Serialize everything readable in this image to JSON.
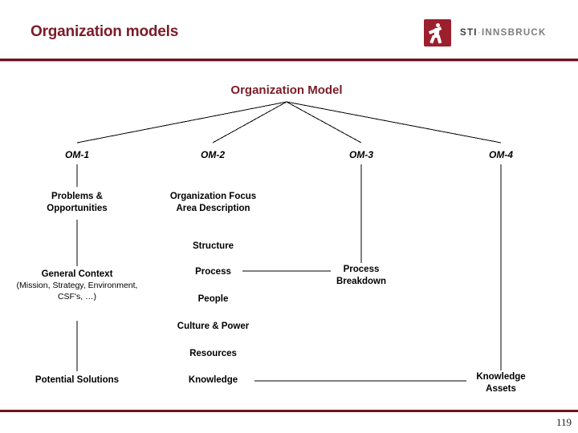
{
  "slide": {
    "title": "Organization models",
    "page_number": "119",
    "accent_color": "#7b1c28",
    "rule_color": "#6e1420"
  },
  "logo": {
    "mark_name": "sti-figure-mark",
    "mark_color": "#9c1f2e",
    "abbr": "STI",
    "separator": "·",
    "city": "INNSBRUCK"
  },
  "diagram": {
    "root": "Organization Model",
    "columns": [
      {
        "id": "OM-1",
        "label": "OM-1",
        "items": [
          {
            "text": "Problems &",
            "text2": "Opportunities",
            "sub": null
          },
          {
            "text": "General Context",
            "text2": null,
            "sub": "(Mission, Strategy,\nEnvironment,\nCSF's, …)"
          },
          {
            "text": "Potential Solutions",
            "text2": null,
            "sub": null
          }
        ]
      },
      {
        "id": "OM-2",
        "label": "OM-2",
        "items": [
          {
            "text": "Organization Focus",
            "text2": "Area Description",
            "sub": null
          },
          {
            "text": "Structure",
            "text2": null,
            "sub": null
          },
          {
            "text": "Process",
            "text2": null,
            "sub": null
          },
          {
            "text": "People",
            "text2": null,
            "sub": null
          },
          {
            "text": "Culture & Power",
            "text2": null,
            "sub": null
          },
          {
            "text": "Resources",
            "text2": null,
            "sub": null
          },
          {
            "text": "Knowledge",
            "text2": null,
            "sub": null
          }
        ]
      },
      {
        "id": "OM-3",
        "label": "OM-3",
        "items": [
          {
            "text": "Process",
            "text2": "Breakdown",
            "sub": null
          }
        ]
      },
      {
        "id": "OM-4",
        "label": "OM-4",
        "items": [
          {
            "text": "Knowledge",
            "text2": "Assets",
            "sub": null
          }
        ]
      }
    ],
    "cross_links": [
      {
        "from": "Process",
        "to": "Process Breakdown"
      },
      {
        "from": "Knowledge",
        "to": "Knowledge Assets"
      }
    ]
  }
}
